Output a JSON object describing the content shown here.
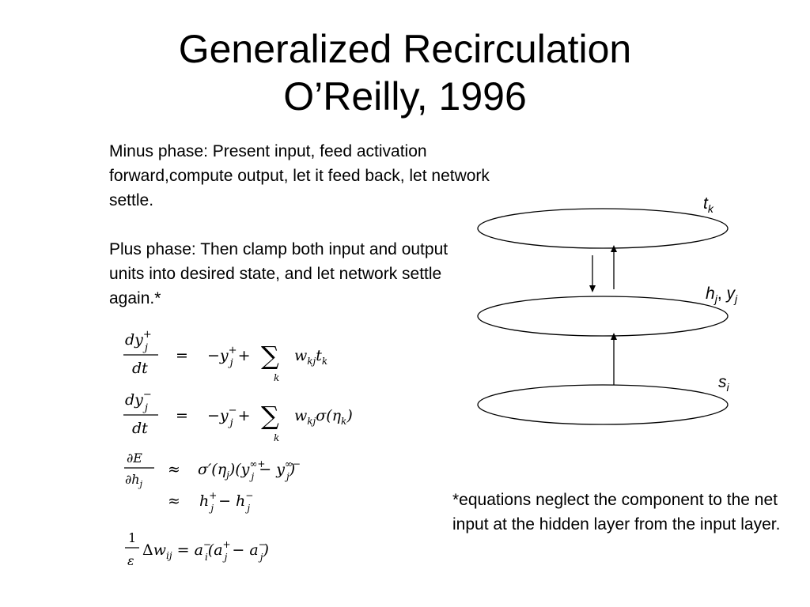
{
  "slide": {
    "title_line1": "Generalized Recirculation",
    "title_line2": "O’Reilly, 1996",
    "minus_phase": "Minus phase: Present input, feed activation forward,compute output, let it feed back, let network settle.",
    "plus_phase": "Plus phase: Then clamp both input and output units into desired state, and let network settle again.*",
    "footnote": "*equations neglect the component to the net input at the hidden layer from the input layer."
  },
  "diagram": {
    "top_label": {
      "base": "t",
      "sub": "k"
    },
    "mid_label": {
      "base1": "h",
      "sub1": "j",
      "sep": ", ",
      "base2": "y",
      "sub2": "j"
    },
    "bottom_label": {
      "base": "s",
      "sub": "i"
    }
  }
}
